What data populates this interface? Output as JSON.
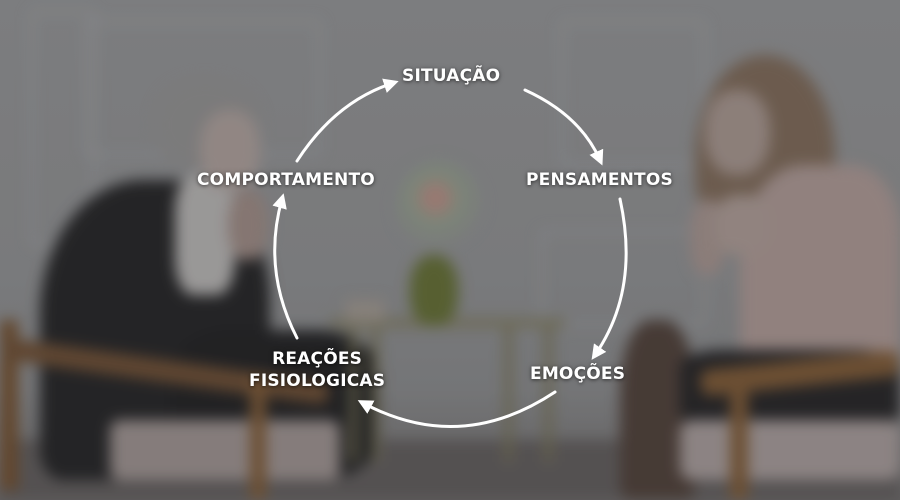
{
  "diagram": {
    "title": "",
    "type": "cycle",
    "direction": "clockwise",
    "accent_color": "#ffffff",
    "nodes": [
      {
        "id": "situacao",
        "lines": [
          "SITUAÇÃO"
        ]
      },
      {
        "id": "pensamentos",
        "lines": [
          "PENSAMENTOS"
        ]
      },
      {
        "id": "emocoes",
        "lines": [
          "EMOÇÕES"
        ]
      },
      {
        "id": "reacoes",
        "lines": [
          "REAÇÕES",
          "FISIOLOGICAS"
        ]
      },
      {
        "id": "comportamento",
        "lines": [
          "COMPORTAMENTO"
        ]
      }
    ],
    "edges": [
      {
        "from": "situacao",
        "to": "pensamentos"
      },
      {
        "from": "pensamentos",
        "to": "emocoes"
      },
      {
        "from": "emocoes",
        "to": "reacoes"
      },
      {
        "from": "reacoes",
        "to": "comportamento"
      },
      {
        "from": "comportamento",
        "to": "situacao"
      }
    ]
  },
  "background": {
    "description": "blurred photo of two people seated facing each other in conversation, small table with flower vase between them",
    "overlay_color": "#3c3c3e"
  }
}
